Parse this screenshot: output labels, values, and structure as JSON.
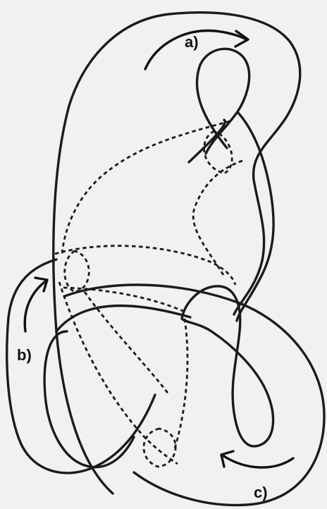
{
  "figure": {
    "labels": {
      "a": "a)",
      "b": "b)",
      "c": "c)"
    },
    "colors": {
      "ink": "#1b1b1b",
      "paper": "#f1f1f1"
    }
  }
}
